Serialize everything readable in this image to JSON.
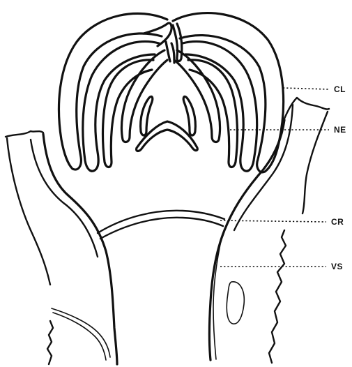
{
  "labels": {
    "cl": "CL",
    "ne": "NE",
    "cr": "CR",
    "vs": "VS"
  },
  "colors": {
    "ink": "#111111",
    "background": "#ffffff"
  }
}
